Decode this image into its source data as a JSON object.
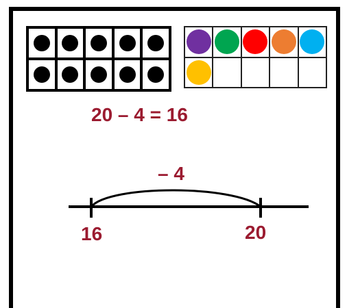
{
  "equation": "20 – 4 = 16",
  "number_line": {
    "jump_label": "– 4",
    "start_label": "16",
    "end_label": "20"
  },
  "left_ten_frame": {
    "filled": 10,
    "counter_color": "#000000"
  },
  "right_ten_frame": {
    "counters": [
      "#7030a0",
      "#00a550",
      "#ff0000",
      "#ed7d31",
      "#00b0f0",
      "#ffc000"
    ]
  },
  "colors": {
    "text": "#9b1b30",
    "line": "#000000"
  }
}
